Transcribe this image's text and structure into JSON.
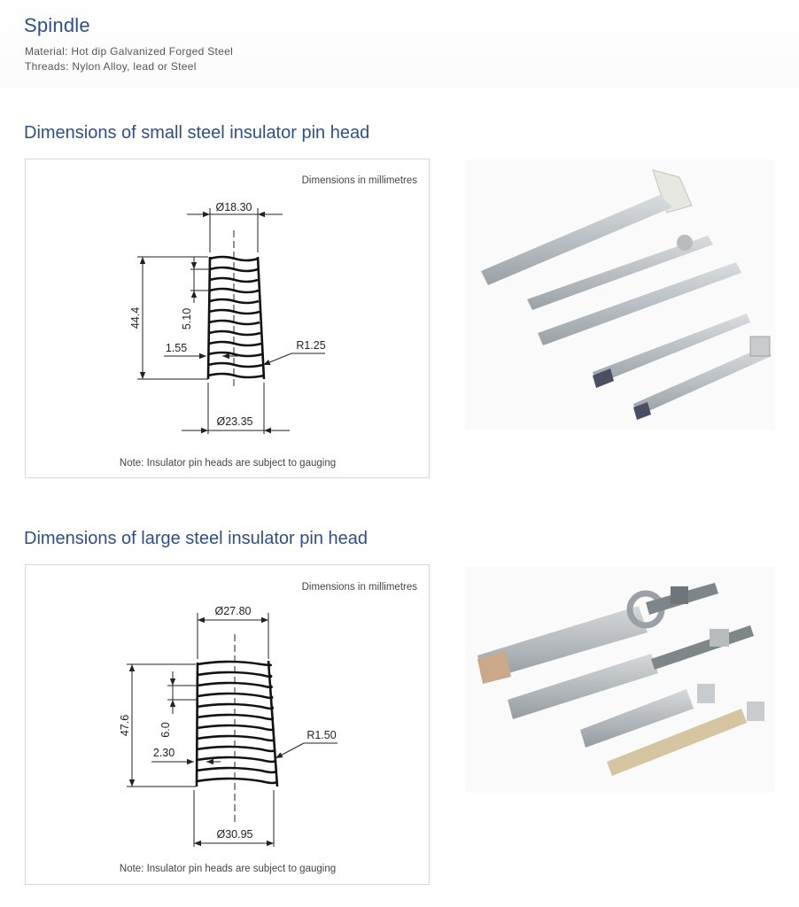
{
  "header": {
    "title": "Spindle",
    "material": "Material: Hot dip Galvanized Forged Steel",
    "threads": "Threads: Nylon Alloy, lead or Steel"
  },
  "sections": [
    {
      "title": "Dimensions of small steel insulator pin head",
      "units_note": "Dimensions in millimetres",
      "top_diameter": "Ø18.30",
      "bottom_diameter": "Ø23.35",
      "height": "44.4",
      "pitch": "5.10",
      "thread_depth": "1.55",
      "radius": "R1.25",
      "footer_note": "Note: Insulator pin heads are subject to gauging"
    },
    {
      "title": "Dimensions of large steel insulator pin head",
      "units_note": "Dimensions in millimetres",
      "top_diameter": "Ø27.80",
      "bottom_diameter": "Ø30.95",
      "height": "47.6",
      "pitch": "6.0",
      "thread_depth": "2.30",
      "radius": "R1.50",
      "footer_note": "Note: Insulator pin heads are subject to gauging"
    }
  ],
  "colors": {
    "heading": "#2f4f86",
    "text": "#555555",
    "border": "#d8d8d8"
  }
}
